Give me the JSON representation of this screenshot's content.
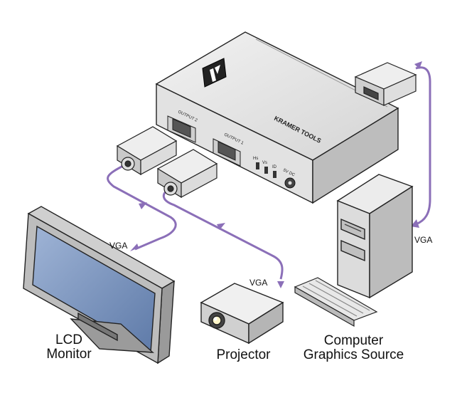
{
  "device": {
    "brand": "KRAMER TOOLS",
    "ports": {
      "output_1": "OUTPUT 1",
      "output_2": "OUTPUT 2",
      "power": "5V DC",
      "hs": "Hs",
      "vs": "Vs",
      "id": "ID"
    }
  },
  "cables": {
    "monitor_vga": "VGA",
    "projector_vga": "VGA",
    "source_vga": "VGA"
  },
  "devices": {
    "lcd_line1": "LCD",
    "lcd_line2": "Monitor",
    "projector": "Projector",
    "source_line1": "Computer",
    "source_line2": "Graphics Source"
  },
  "colors": {
    "cable": "#8b6fb8",
    "device_body": "#e3e3e3",
    "screen": "#7d95bd",
    "outline": "#222222"
  }
}
